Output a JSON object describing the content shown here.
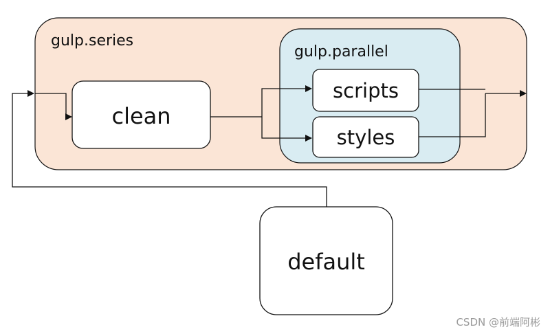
{
  "series_group": {
    "label": "gulp.series",
    "color": "#fbe5d6"
  },
  "parallel_group": {
    "label": "gulp.parallel",
    "color": "#d9ecf2"
  },
  "nodes": {
    "clean": "clean",
    "scripts": "scripts",
    "styles": "styles",
    "default": "default"
  },
  "watermark": "CSDN @前端阿彬"
}
